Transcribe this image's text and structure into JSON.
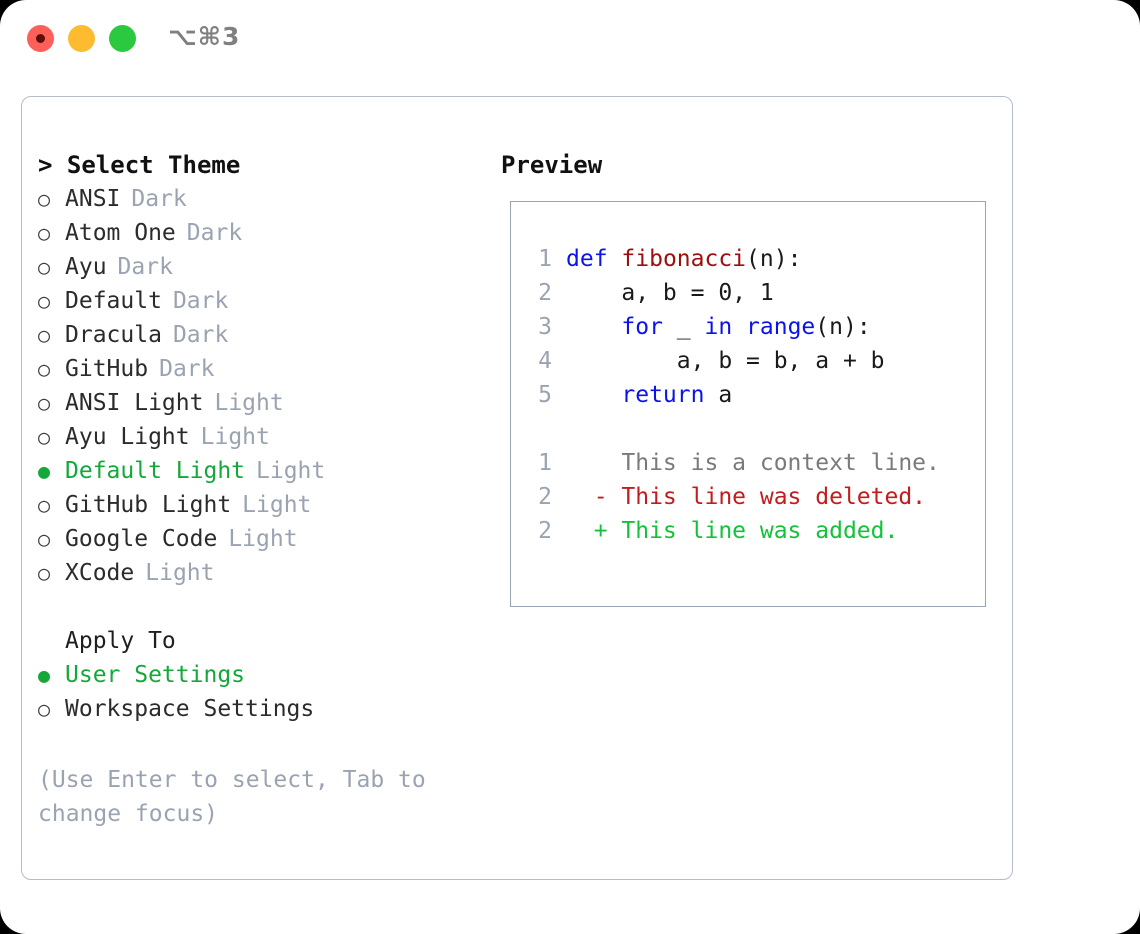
{
  "window": {
    "title": "⌥⌘3",
    "traffic_lights": [
      "close-red",
      "minimize-yellow",
      "maximize-green"
    ]
  },
  "theme_picker": {
    "heading": "> Select Theme",
    "items": [
      {
        "label": "ANSI",
        "tag": "Dark",
        "selected": false
      },
      {
        "label": "Atom One",
        "tag": "Dark",
        "selected": false
      },
      {
        "label": "Ayu",
        "tag": "Dark",
        "selected": false
      },
      {
        "label": "Default",
        "tag": "Dark",
        "selected": false
      },
      {
        "label": "Dracula",
        "tag": "Dark",
        "selected": false
      },
      {
        "label": "GitHub",
        "tag": "Dark",
        "selected": false
      },
      {
        "label": "ANSI Light",
        "tag": "Light",
        "selected": false
      },
      {
        "label": "Ayu Light",
        "tag": "Light",
        "selected": false
      },
      {
        "label": "Default Light",
        "tag": "Light",
        "selected": true
      },
      {
        "label": "GitHub Light",
        "tag": "Light",
        "selected": false
      },
      {
        "label": "Google Code",
        "tag": "Light",
        "selected": false
      },
      {
        "label": "XCode",
        "tag": "Light",
        "selected": false
      }
    ]
  },
  "apply_to": {
    "heading": "Apply To",
    "items": [
      {
        "label": "User Settings",
        "selected": true
      },
      {
        "label": "Workspace Settings",
        "selected": false
      }
    ]
  },
  "hint": "(Use Enter to select, Tab to change focus)",
  "preview": {
    "title": "Preview",
    "code_lines": [
      {
        "no": "1",
        "tokens": [
          {
            "t": "def",
            "c": "kw"
          },
          {
            "t": " ",
            "c": "code-text"
          },
          {
            "t": "fibonacci",
            "c": "fn"
          },
          {
            "t": "(n):",
            "c": "code-text"
          }
        ]
      },
      {
        "no": "2",
        "tokens": [
          {
            "t": "    a, b = 0, 1",
            "c": "code-text"
          }
        ]
      },
      {
        "no": "3",
        "tokens": [
          {
            "t": "    ",
            "c": "code-text"
          },
          {
            "t": "for",
            "c": "kw"
          },
          {
            "t": " _ ",
            "c": "code-text"
          },
          {
            "t": "in",
            "c": "kw"
          },
          {
            "t": " ",
            "c": "code-text"
          },
          {
            "t": "range",
            "c": "kw"
          },
          {
            "t": "(n):",
            "c": "code-text"
          }
        ]
      },
      {
        "no": "4",
        "tokens": [
          {
            "t": "        a, b = b, a + b",
            "c": "code-text"
          }
        ]
      },
      {
        "no": "5",
        "tokens": [
          {
            "t": "    ",
            "c": "code-text"
          },
          {
            "t": "return",
            "c": "kw"
          },
          {
            "t": " a",
            "c": "code-text"
          }
        ]
      }
    ],
    "diff_lines": [
      {
        "no": "1",
        "marker": " ",
        "text": " This is a context line.",
        "kind": "ctx"
      },
      {
        "no": "2",
        "marker": "-",
        "text": " This line was deleted.",
        "kind": "del"
      },
      {
        "no": "2",
        "marker": "+",
        "text": " This line was added.",
        "kind": "add"
      }
    ]
  },
  "colors": {
    "accent_green": "#14a83a",
    "muted_slate": "#9aa3b2",
    "keyword_blue": "#0b14e8",
    "function_red": "#9d0f0f",
    "diff_add": "#14c23a",
    "diff_del": "#c21d1d",
    "panel_border": "#b5bdc9"
  }
}
